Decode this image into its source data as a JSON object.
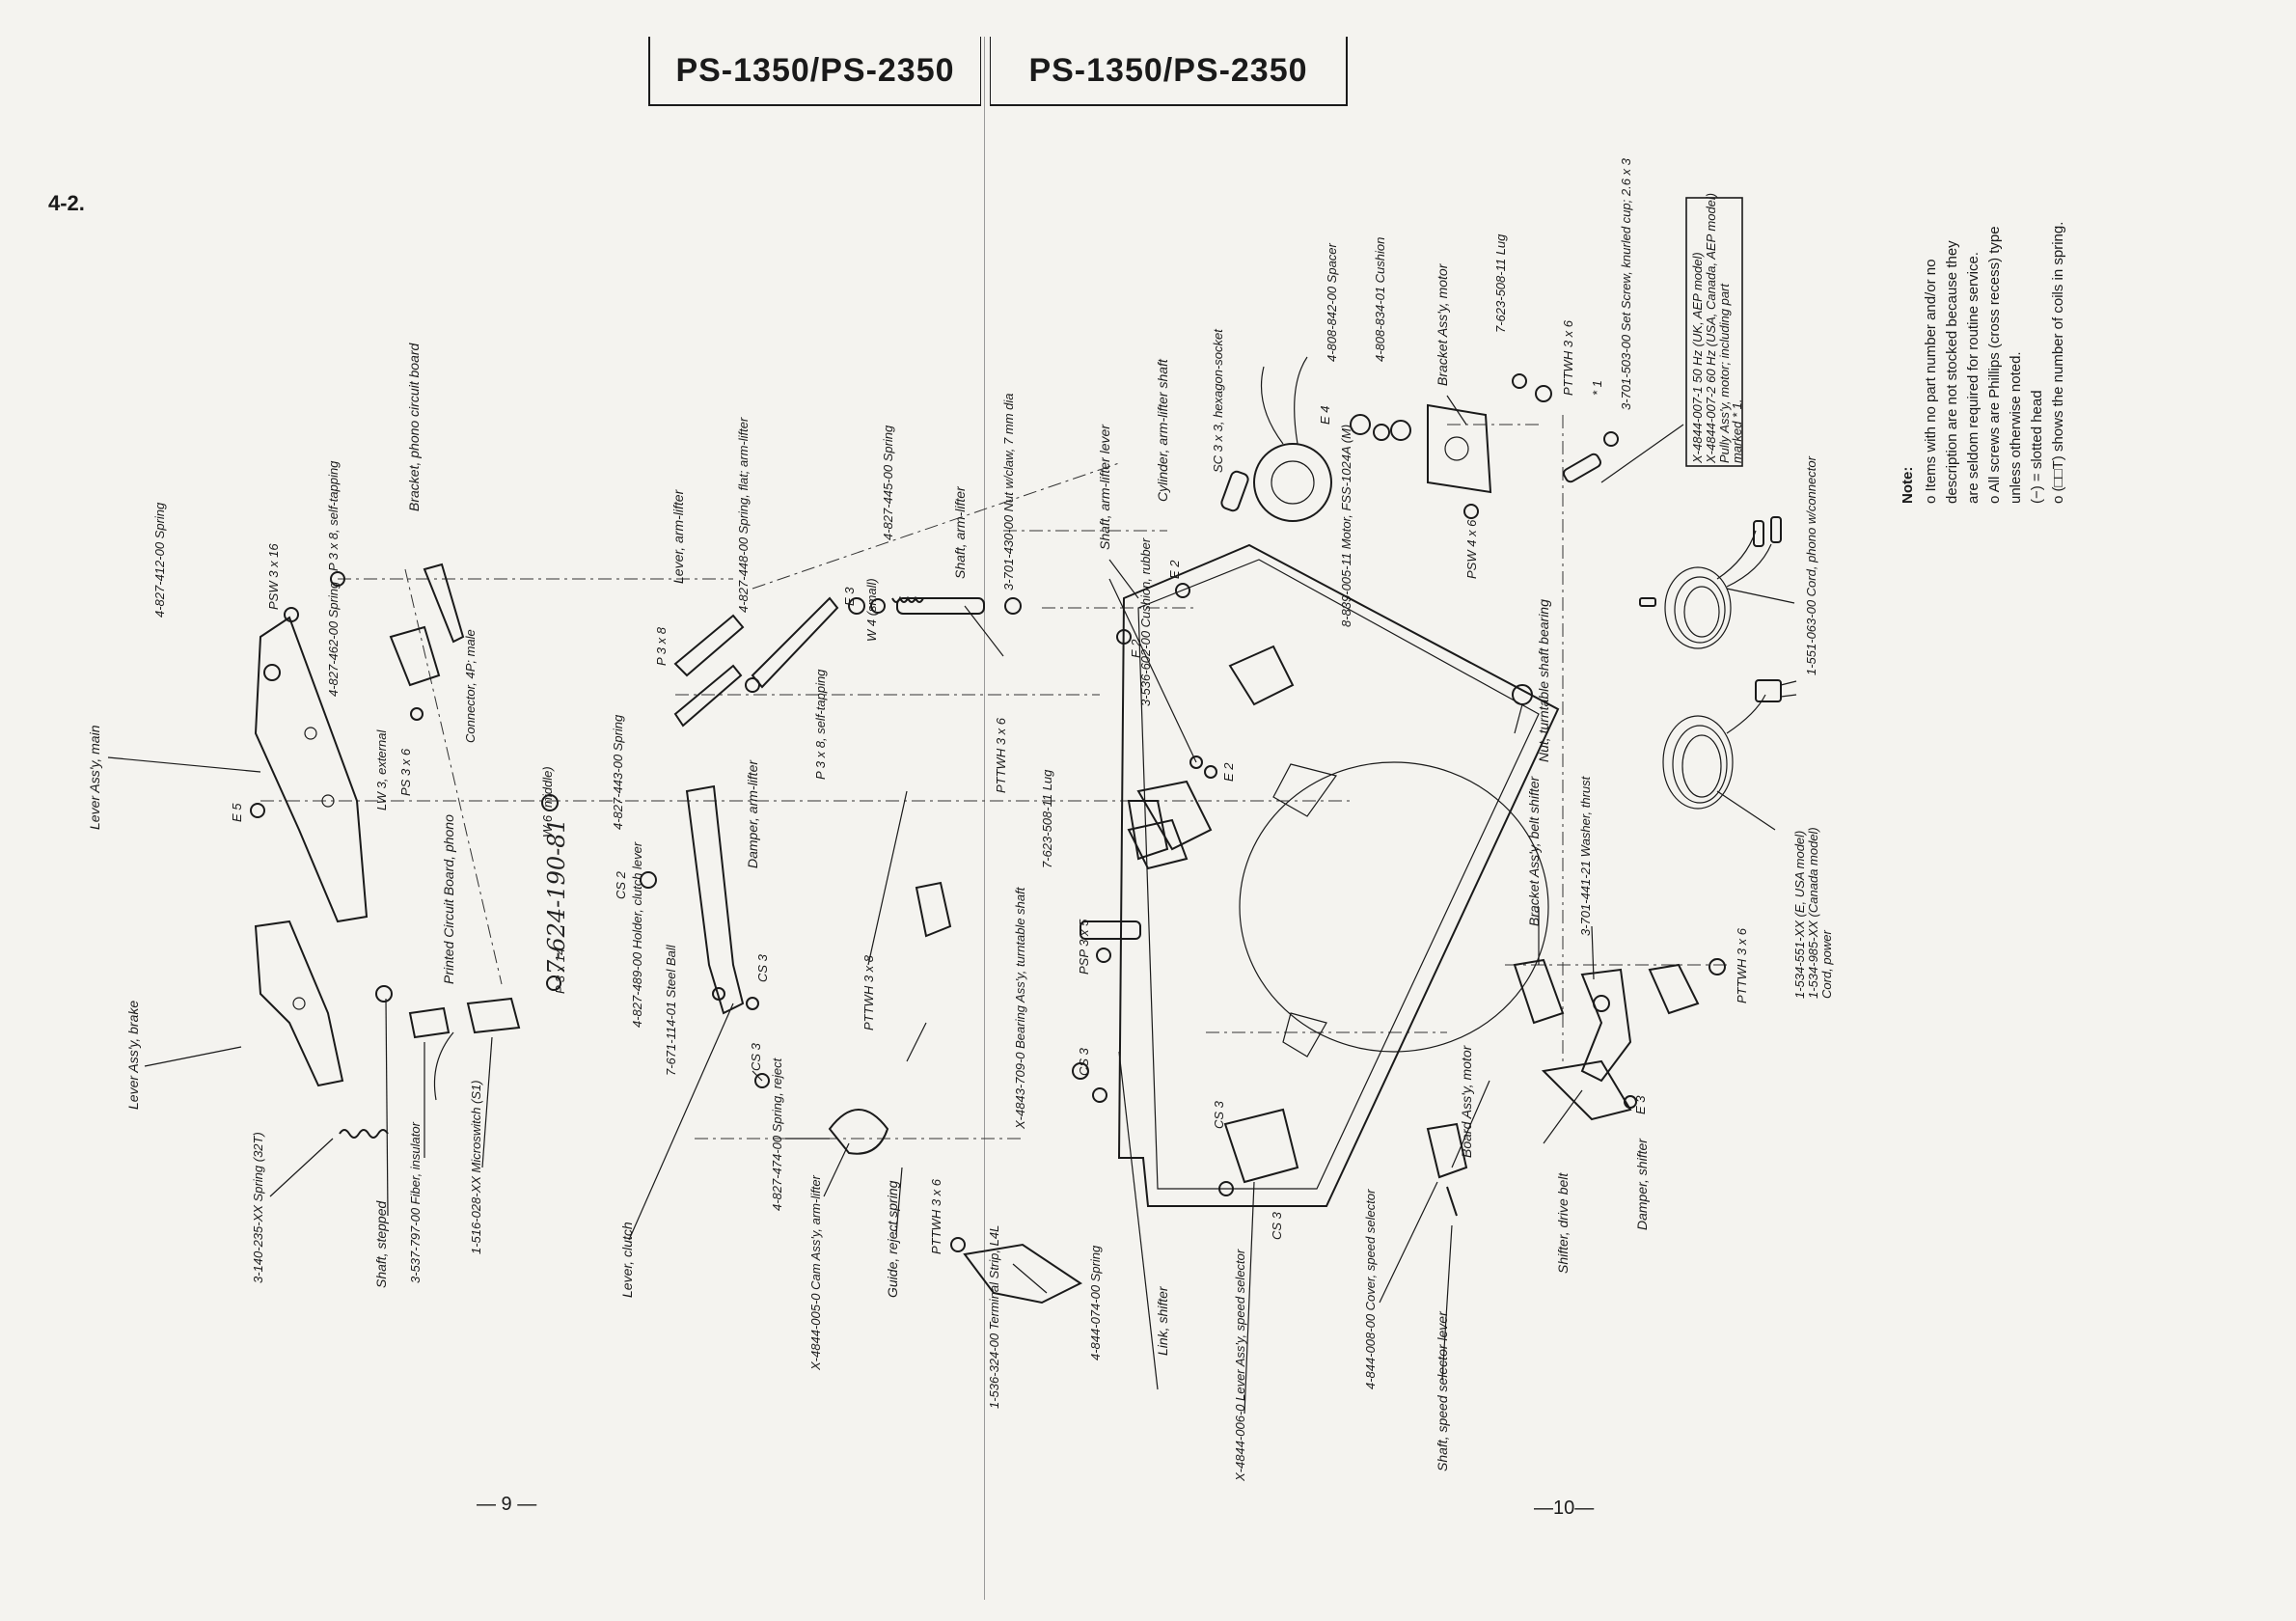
{
  "header": {
    "left_model": "PS-1350/PS-2350",
    "right_model": "PS-1350/PS-2350"
  },
  "section_number": "4-2.",
  "page_numbers": {
    "left": "— 9 —",
    "right": "—10—"
  },
  "handwritten": "7-624-190-81",
  "labels": {
    "lever_main": "Lever Ass'y, main",
    "lever_brake": "Lever Ass'y, brake",
    "spring_32t": "3-140-235-XX Spring (32T)",
    "shaft_stepped": "Shaft, stepped",
    "fiber_insulator": "3-537-797-00 Fiber, insulator",
    "microswitch": "1-516-028-XX Microswitch (S1)",
    "spring_412": "4-827-412-00 Spring",
    "psw3x16": "PSW 3 x 16",
    "e5": "E 5",
    "spring_462": "4-827-462-00 Spring",
    "lw3": "LW 3, external",
    "ps3x6": "PS 3 x 6",
    "p3x8_st_top": "P 3 x 8, self-tapping",
    "bracket_phono": "Bracket, phono circuit board",
    "connector": "Connector, 4P; male",
    "pcb_phono": "Printed Circuit Board, phono",
    "p3x14": "P 3 x 14",
    "w6": "W 6 (middle)",
    "cs2": "CS 2",
    "lever_clutch": "Lever, clutch",
    "holder_clutch": "4-827-489-00 Holder, clutch lever",
    "steel_ball": "7-671-114-01 Steel Ball",
    "spring_443": "4-827-443-00 Spring",
    "damper_armlifter": "Damper, arm-lifter",
    "p3x8_a": "P 3 x 8",
    "p3x8_st": "P 3 x 8, self-tapping",
    "lever_armlifter": "Lever, arm-lifter",
    "spring_flat": "4-827-448-00 Spring, flat; arm-lifter",
    "e3_a": "E 3",
    "w4": "W 4 (small)",
    "spring_445": "4-827-445-00 Spring",
    "shaft_armlifter": "Shaft, arm-lifter",
    "nut_claw": "3-701-430-00 Nut w/claw, 7 mm dia",
    "cs3_a": "CS 3",
    "cs3_b": "CS 3",
    "pttwh3x8": "PTTWH 3 x 8",
    "spring_reject": "4-827-474-00 Spring, reject",
    "guide_reject": "Guide, reject spring",
    "cam_armlifter": "X-4844-005-0 Cam Ass'y, arm-lifter",
    "pttwh3x6_a": "PTTWH 3 x 6",
    "pttwh3x6_b": "PTTWH 3 x 6",
    "lug_a": "7-623-508-11 Lug",
    "cushion_rubber": "3-536-602-00 Cushion, rubber",
    "e2_a": "E 2",
    "e2_b": "E 2",
    "e2_c": "E 2",
    "shaft_armlifter_lever": "Shaft, arm-lifter lever",
    "cylinder": "Cylinder, arm-lifter shaft",
    "sc3x3": "SC 3 x 3, hexagon-socket",
    "psp3x5": "PSP 3 x 5",
    "bearing": "X-4843-709-0 Bearing Ass'y, turntable shaft",
    "cs3_c": "CS 3",
    "terminal_strip": "1-536-324-00 Terminal Strip, L4L",
    "spring_074": "4-844-074-00 Spring",
    "link_shifter": "Link, shifter",
    "lever_speed": "X-4844-006-0 Lever Ass'y, speed selector",
    "cs3_d": "CS 3",
    "cs3_e": "CS 3",
    "cover_speed": "4-844-008-00 Cover, speed selector",
    "shaft_speed": "Shaft, speed selector lever",
    "board_motor": "Board Ass'y, motor",
    "nut_bearing": "Nut, turntable shaft bearing",
    "motor": "8-839-005-11 Motor, FSS-1024A (M)",
    "spacer": "4-808-842-00 Spacer",
    "e4": "E 4",
    "cushion": "4-808-834-01 Cushion",
    "bracket_motor": "Bracket Ass'y, motor",
    "psw4x6": "PSW 4 x 6",
    "lug_b": "7-623-508-11 Lug",
    "pttwh3x6_c": "PTTWH 3 x 6",
    "set_screw": "3-701-503-00 Set Screw, knurled cup; 2.6 x 3",
    "star1": "* 1",
    "pully_box": [
      "X-4844-007-1 50 Hz (UK, AEP model)",
      "X-4844-007-2 60 Hz (USA, Canada, AEP model)",
      "Pully Ass'y, motor; including part",
      "marked * 1."
    ],
    "cord_phono": "1-551-063-00 Cord, phono w/connector",
    "cord_power": [
      "1-534-551-XX (E, USA model)",
      "1-534-985-XX (Canada model)",
      "Cord, power"
    ],
    "bracket_belt": "Bracket Ass'y, belt shifter",
    "washer_thrust": "3-701-441-21 Washer, thrust",
    "pttwh3x6_d": "PTTWH 3 x 6",
    "e3_b": "E 3",
    "shifter_belt": "Shifter, drive belt",
    "damper_shifter": "Damper, shifter"
  },
  "note": {
    "title": "Note:",
    "lines": [
      "o  Items with no part number and/or no",
      "   description are not stocked because they",
      "   are seldom required for routine service.",
      "o  All screws are Phillips (cross recess) type",
      "   unless otherwise noted.",
      "   (−) = slotted head",
      "o  (□□T) shows the number of coils in spring."
    ]
  }
}
